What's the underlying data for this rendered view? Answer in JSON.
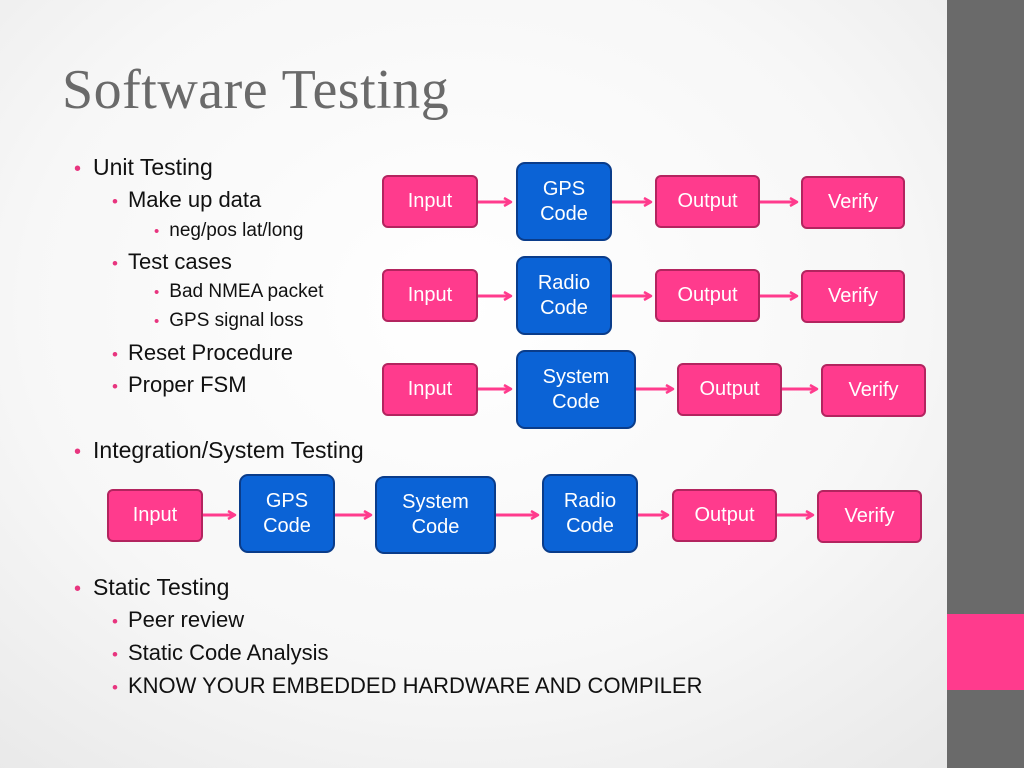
{
  "title": "Software Testing",
  "colors": {
    "accent": "#ff3b8d",
    "node_blue": "#0b63d6",
    "side_bar": "#6a6a6a",
    "title_gray": "#6a6a6a",
    "bullet": "#e8357f"
  },
  "bullets": {
    "unit_testing": "Unit Testing",
    "make_up_data": "Make up data",
    "neg_pos": "neg/pos lat/long",
    "test_cases": "Test cases",
    "bad_nmea": "Bad NMEA packet",
    "gps_loss": "GPS signal loss",
    "reset": "Reset Procedure",
    "fsm": "Proper FSM",
    "integration": "Integration/System Testing",
    "static": "Static Testing",
    "peer": "Peer review",
    "static_analysis": "Static Code Analysis",
    "know": "KNOW YOUR EMBEDDED HARDWARE AND COMPILER"
  },
  "flows": {
    "gps": [
      "Input",
      "GPS Code",
      "Output",
      "Verify"
    ],
    "radio": [
      "Input",
      "Radio Code",
      "Output",
      "Verify"
    ],
    "system": [
      "Input",
      "System Code",
      "Output",
      "Verify"
    ],
    "integration": [
      "Input",
      "GPS Code",
      "System Code",
      "Radio Code",
      "Output",
      "Verify"
    ]
  }
}
